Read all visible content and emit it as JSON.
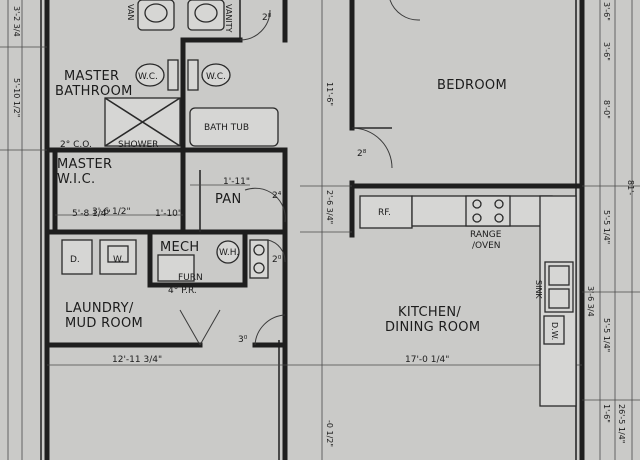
{
  "rooms": {
    "master_bathroom": [
      "MASTER",
      "BATHROOM"
    ],
    "master_wic": [
      "MASTER",
      "W.I.C."
    ],
    "bedroom": "BEDROOM",
    "laundry": [
      "LAUNDRY/",
      "MUD ROOM"
    ],
    "kitchen": [
      "KITCHEN/",
      "DINING ROOM"
    ],
    "mech": "MECH",
    "pan": "PAN"
  },
  "fixtures": {
    "wc_left": "W.C.",
    "wc_right": "W.C.",
    "shower": "SHOWER",
    "co": "2° C.O.",
    "bath_tub": "BATH TUB",
    "vanity_left": "VAN",
    "vanity_right": "VANITY",
    "dryer": "D.",
    "washer": "W.",
    "water_heater": "W.H.",
    "furnace": [
      "FURN",
      "4° P.R."
    ],
    "refrigerator": "RF.",
    "range": [
      "RANGE",
      "/OVEN"
    ],
    "sink": "SINK",
    "dishwasher": "D.W."
  },
  "dimensions": {
    "wic_width": "3'-6 1/2\"",
    "pan_width": "1'-11\"",
    "laundry_width": "5'-8 1/4\"",
    "wic_closet": "1'-10\"",
    "left_wing": "12'-11 3/4\"",
    "kitchen_width": "17'-0 1/4\"",
    "left_a": "3'-2 3/4",
    "left_b": "5'-10 1/2\"",
    "center_a": "11'-6\"",
    "center_b": "2'-6 3/4\"",
    "center_c": "-0 1/2\"",
    "right_a": "3'-6\"",
    "right_b": "3'-6\"",
    "right_c": "8'-0\"",
    "right_d": "5'-5 1/4\"",
    "right_e": "3'-6 3/4",
    "right_f": "5'-5 1/4\"",
    "right_g": "26'-5 1/4\"",
    "right_h": "1'-6\"",
    "far_right": "81'-"
  },
  "doors": {
    "bedroom": "2⁸",
    "bath_top": "2⁸",
    "pan": "2⁴",
    "mech": "2⁰",
    "laundry": "3⁰"
  }
}
